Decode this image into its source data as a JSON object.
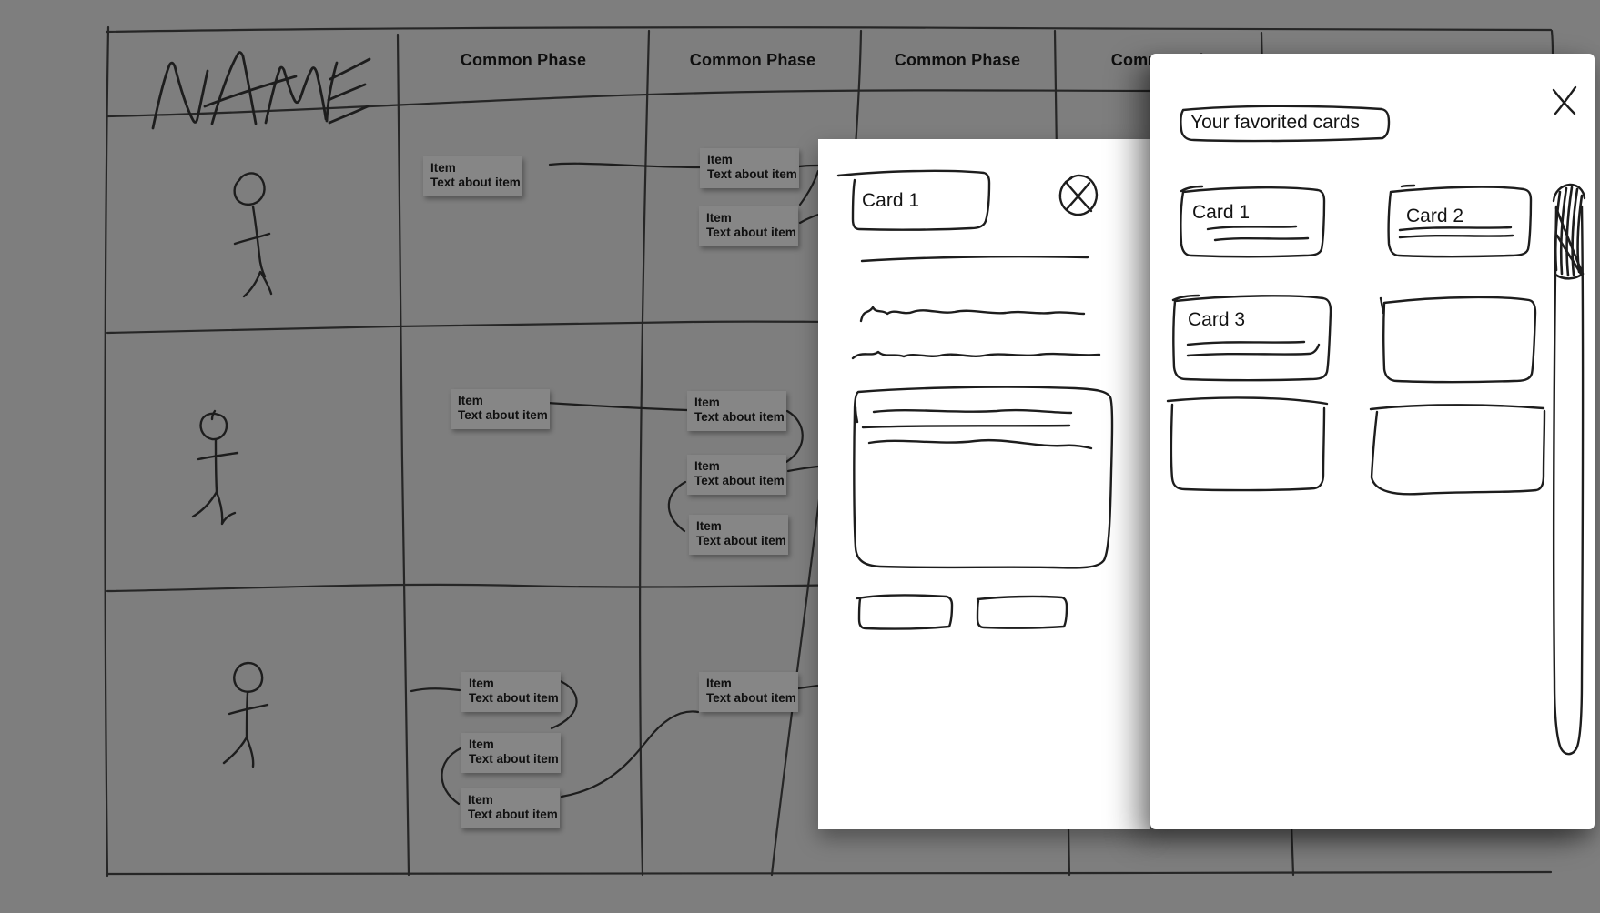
{
  "canvas": {
    "background": "#7e7e7e",
    "ink": "#1d1d1d",
    "panel_background": "#ffffff",
    "sticky_background": "#868686"
  },
  "board": {
    "name_label": "NAME",
    "phase_headers": [
      {
        "label": "Common Phase"
      },
      {
        "label": "Common Phase"
      },
      {
        "label": "Common Phase"
      },
      {
        "label": "Common Phase"
      }
    ],
    "actor_icon": "stick-figure",
    "item_card": {
      "title": "Item",
      "text": "Text about item"
    },
    "item_card_count": 11,
    "row_count": 3
  },
  "card_detail_panel": {
    "card_title": "Card 1",
    "close_icon": "circle-x",
    "placeholder_icons": [
      "divider-line",
      "squiggle-text",
      "content-box",
      "button-box",
      "button-box"
    ]
  },
  "favorites_panel": {
    "title": "Your favorited cards",
    "close_icon": "x",
    "scrollbar_icon": "scrollbar-with-thumb",
    "cards": [
      {
        "label": "Card 1"
      },
      {
        "label": "Card 2"
      },
      {
        "label": "Card 3"
      },
      {
        "label": ""
      },
      {
        "label": ""
      },
      {
        "label": ""
      }
    ]
  }
}
